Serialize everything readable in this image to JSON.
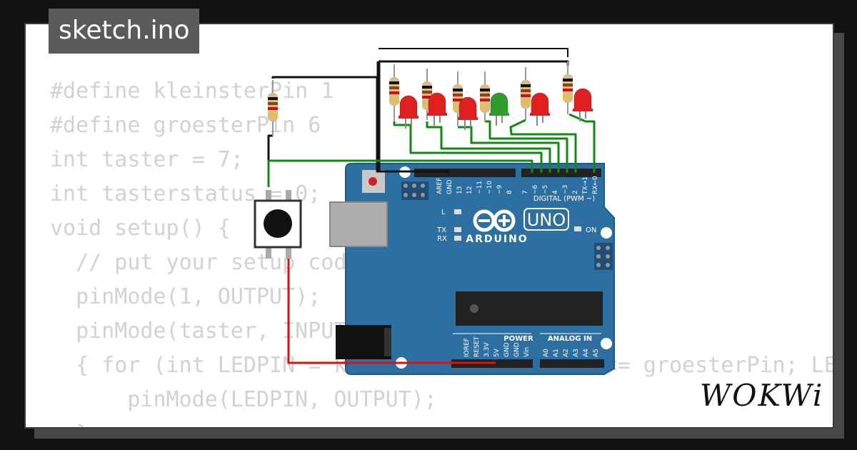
{
  "tab": {
    "filename": "sketch.ino"
  },
  "code_lines": [
    "#define kleinsterPin 1",
    "#define groesterPin 6",
    "int taster = 7;",
    "int tasterstatus = 0;",
    "void setup() {",
    "  // put your setup code here, to run once:",
    "  pinMode(1, OUTPUT);",
    "  pinMode(taster, INPUT);",
    "  { for (int LEDPIN = kleinsterPin; LEDPIN <= groesterPin; LEDPIN++)",
    "      pinMode(LEDPIN, OUTPUT);",
    "  }"
  ],
  "board": {
    "brand": "ARDUINO",
    "model": "UNO",
    "digital_label": "DIGITAL (PWM ~)",
    "power_label": "POWER",
    "analog_label": "ANALOG IN",
    "on_label": "ON",
    "l_label": "L",
    "tx_label": "TX",
    "rx_label": "RX",
    "top_pins": [
      "AREF",
      "GND",
      "13",
      "12",
      "~11",
      "~10",
      "~9",
      "8",
      "7",
      "~6",
      "~5",
      "4",
      "~3",
      "2",
      "TX→1",
      "RX←0"
    ],
    "power_pins": [
      "IOREF",
      "RESET",
      "3.3V",
      "5V",
      "GND",
      "GND",
      "Vin"
    ],
    "analog_pins": [
      "A0",
      "A1",
      "A2",
      "A3",
      "A4",
      "A5"
    ]
  },
  "leds": [
    {
      "color": "#e02020"
    },
    {
      "color": "#e02020"
    },
    {
      "color": "#e02020"
    },
    {
      "color": "#2e9d2e"
    },
    {
      "color": "#e02020"
    },
    {
      "color": "#e02020"
    }
  ],
  "logo": {
    "text": "WOKWi"
  }
}
